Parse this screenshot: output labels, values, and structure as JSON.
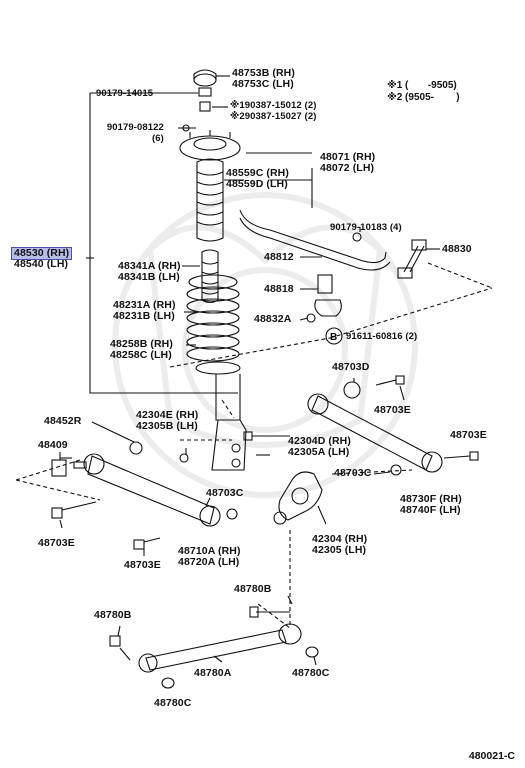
{
  "figure_number": "480021-C",
  "legend": {
    "line1": "※1 (       -9505)",
    "line2": "※2 (9505-        )"
  },
  "callout_b": "B",
  "parts": {
    "p48753": {
      "line1": "48753B (RH)",
      "line2": "48753C (LH)"
    },
    "p9017914015": {
      "line1": "90179-14015"
    },
    "p190387": {
      "line1": "※190387-15012 (2)",
      "line2": "※290387-15027 (2)"
    },
    "p9017908122": {
      "line1": "90179-08122",
      "line2": "(6)"
    },
    "p48559": {
      "line1": "48559C (RH)",
      "line2": "48559D (LH)"
    },
    "p48071": {
      "line1": "48071 (RH)",
      "line2": "48072 (LH)"
    },
    "p48530": {
      "line1": "48530 (RH)",
      "line2": "48540 (LH)"
    },
    "p9017910183": {
      "line1": "90179-10183 (4)"
    },
    "p48812": {
      "line1": "48812"
    },
    "p48830": {
      "line1": "48830"
    },
    "p48341": {
      "line1": "48341A (RH)",
      "line2": "48341B (LH)"
    },
    "p48818": {
      "line1": "48818"
    },
    "p48231": {
      "line1": "48231A (RH)",
      "line2": "48231B (LH)"
    },
    "p48832": {
      "line1": "48832A"
    },
    "p9161160816": {
      "line1": "91611-60816 (2)"
    },
    "p48258": {
      "line1": "48258B (RH)",
      "line2": "48258C (LH)"
    },
    "p48703D": {
      "line1": "48703D"
    },
    "p48703E_top": {
      "line1": "48703E"
    },
    "p48452": {
      "line1": "48452R"
    },
    "p42304E": {
      "line1": "42304E (RH)",
      "line2": "42305B (LH)"
    },
    "p48409": {
      "line1": "48409"
    },
    "p42304D": {
      "line1": "42304D (RH)",
      "line2": "42305A (LH)"
    },
    "p48703E_right": {
      "line1": "48703E"
    },
    "p48703C_mid": {
      "line1": "48703C"
    },
    "p48730": {
      "line1": "48730F (RH)",
      "line2": "48740F (LH)"
    },
    "p48703C_left": {
      "line1": "48703C"
    },
    "p48703E_left": {
      "line1": "48703E"
    },
    "p42304": {
      "line1": "42304 (RH)",
      "line2": "42305 (LH)"
    },
    "p48710": {
      "line1": "48710A (RH)",
      "line2": "48720A (LH)"
    },
    "p48703E_bottom": {
      "line1": "48703E"
    },
    "p48780B_top": {
      "line1": "48780B"
    },
    "p48780B_left": {
      "line1": "48780B"
    },
    "p48780A": {
      "line1": "48780A"
    },
    "p48780C_right": {
      "line1": "48780C"
    },
    "p48780C_bottom": {
      "line1": "48780C"
    }
  }
}
